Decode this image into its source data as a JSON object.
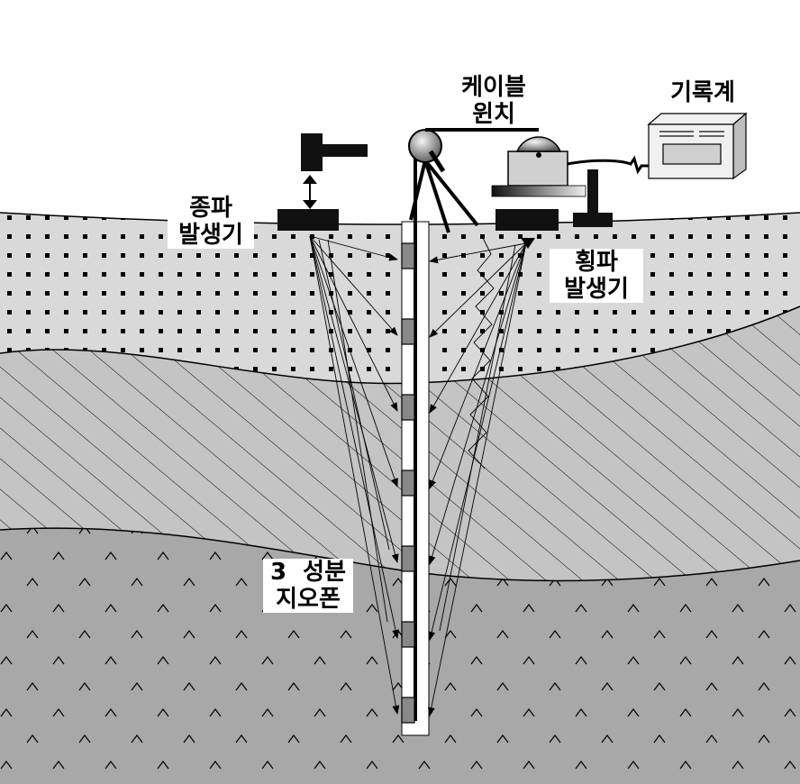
{
  "labels": {
    "p_source": "종파\n발생기",
    "s_source": "횡파\n발생기",
    "winch": "케이블\n윈치",
    "recorder": "기록계",
    "geophone": "3  성분\n지오폰"
  },
  "colors": {
    "layer_top": "#d9d9d9",
    "layer_middle": "#c4c4c4",
    "layer_bottom": "#a8a8a8",
    "sky": "#ffffff",
    "ink": "#000000"
  },
  "geophone_count": 7
}
